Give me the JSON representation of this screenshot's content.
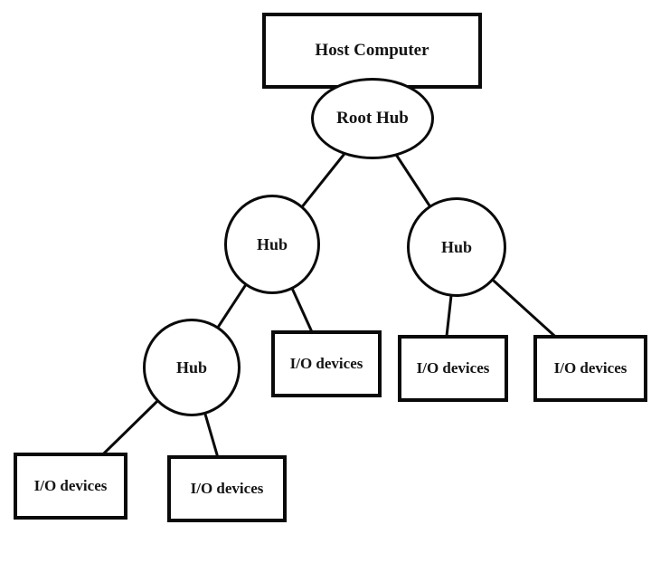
{
  "diagram": {
    "type": "tree",
    "description": "USB tiered-star topology tree diagram",
    "nodes": {
      "host": "Host Computer",
      "root_hub": "Root Hub",
      "hub_left": "Hub",
      "hub_right": "Hub",
      "hub_lower": "Hub",
      "io_mid": "I/O devices",
      "io_right_1": "I/O devices",
      "io_right_2": "I/O devices",
      "io_bottom_1": "I/O devices",
      "io_bottom_2": "I/O devices"
    },
    "edges": [
      "host -> root_hub",
      "root_hub -> hub_left",
      "root_hub -> hub_right",
      "hub_left -> hub_lower",
      "hub_left -> io_mid",
      "hub_right -> io_right_1",
      "hub_right -> io_right_2",
      "hub_lower -> io_bottom_1",
      "hub_lower -> io_bottom_2"
    ],
    "colors": {
      "line": "#0a0a0a",
      "fill": "#ffffff",
      "text": "#141414"
    }
  }
}
